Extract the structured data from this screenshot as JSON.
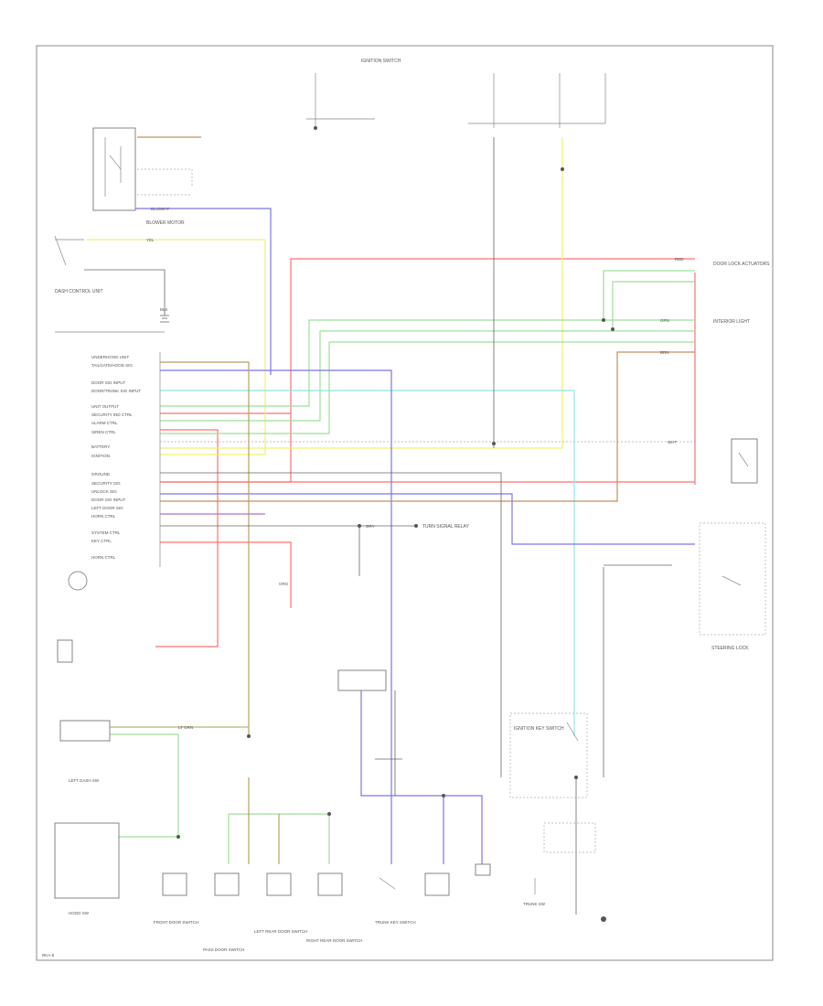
{
  "page": {
    "footer_code": "RKA-8"
  },
  "colors": {
    "red": "#ff6b6b",
    "yellow": "#f3f38a",
    "green": "#a8eaa0",
    "cyan": "#8ff0ee",
    "blue": "#7a72e6",
    "brown": "#b89060",
    "olive": "#b8b878",
    "gray": "#999999",
    "frame": "#888888"
  },
  "components": {
    "ignition_switch": "IGNITION SWITCH",
    "blower_motor": "BLOWER MOTOR",
    "door_lock_actuators": "DOOR LOCK ACTUATORS",
    "interior_light": "INTERIOR LIGHT",
    "dash_control_unit": "DASH CONTROL UNIT",
    "turn_signal_relay": "TURN SIGNAL RELAY",
    "steering_lock": "STEERING LOCK",
    "ignition_key_switch": "IGNITION KEY SWITCH",
    "left_dash_sw": "LEFT DASH SW",
    "hood_sw": "HOOD SW",
    "trunk_sw": "TRUNK SW",
    "front_door_switch": "FRONT DOOR SWITCH",
    "left_rear_door_switch": "LEFT REAR DOOR SWITCH",
    "right_rear_door_switch": "RIGHT REAR DOOR SWITCH",
    "pass_door_switch": "PASS DOOR SWITCH",
    "trunk_key_switch": "TRUNK KEY SWITCH"
  },
  "pins": [
    "UNDERHOOD UNIT",
    "TAILGATE/HOOD SIG",
    "DOOR SIG INPUT",
    "DOOR/TRUNK SIG INPUT",
    "UNIT OUTPUT",
    "SECURITY IND CTRL",
    "ALARM CTRL",
    "SIREN CTRL",
    "BATTERY",
    "IGNITION",
    "GROUND",
    "SECURITY SIG",
    "UNLOCK SIG",
    "DOOR SIG INPUT",
    "LEFT DOOR SIG",
    "HORN CTRL",
    "SYSTEM CTRL",
    "KEY CTRL",
    "HORN CTRL"
  ],
  "wires": {
    "blu_wht": "BLU/WHT",
    "yel": "YEL",
    "red": "RED",
    "grn": "GRN",
    "brn": "BRN",
    "wht": "WHT",
    "blk": "BLK",
    "lt_grn": "LT GRN",
    "gry": "GRY",
    "org": "ORG"
  }
}
